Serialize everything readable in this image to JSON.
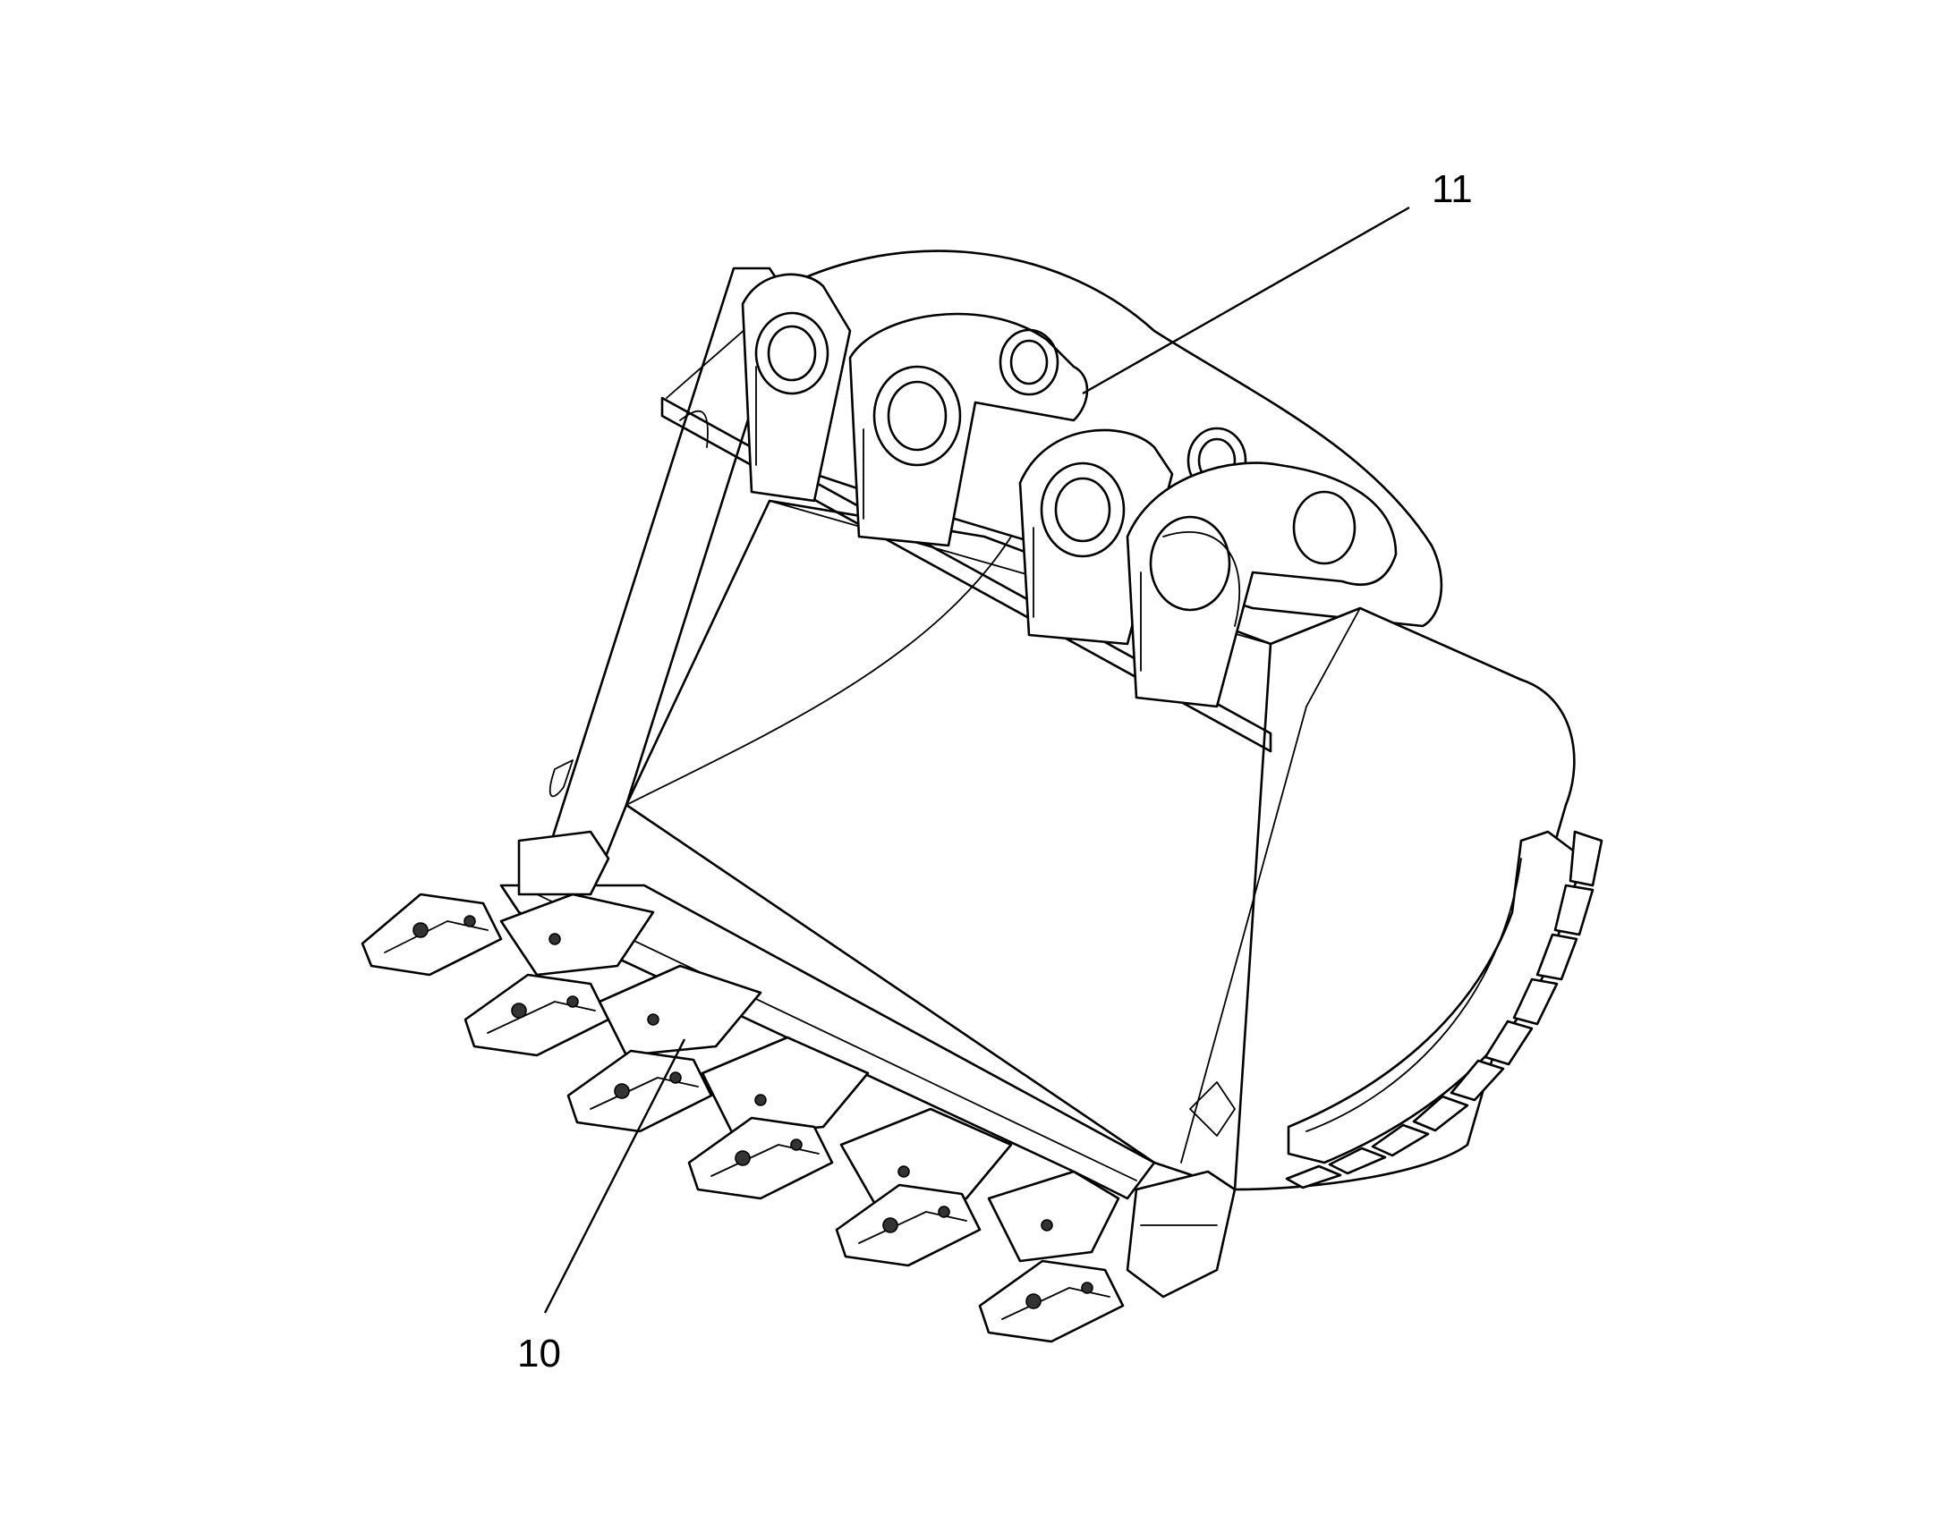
{
  "diagram": {
    "callouts": [
      {
        "id": "11",
        "label": "11"
      },
      {
        "id": "10",
        "label": "10"
      }
    ]
  },
  "colors": {
    "line": "#000000",
    "background": "#ffffff"
  }
}
